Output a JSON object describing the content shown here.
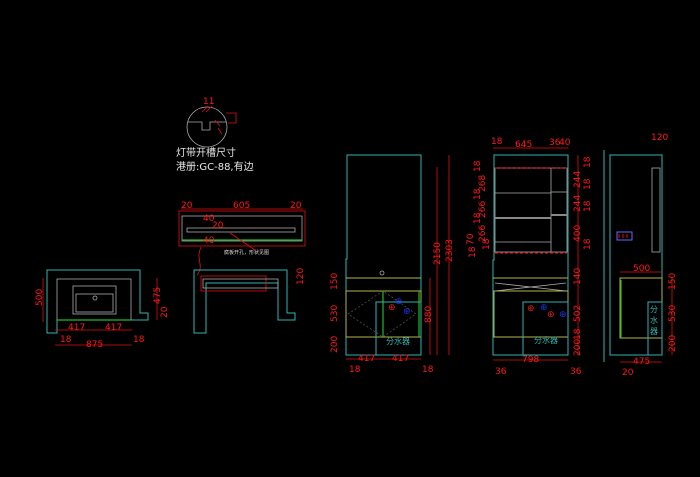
{
  "detail": {
    "dim": "11",
    "title": "灯带开槽尺寸",
    "spec": "港册:GC-88,有边"
  },
  "top_view": {
    "left": "20",
    "width": "605",
    "right": "20",
    "note": "腐板开孔，形状见图",
    "small": [
      "40",
      "20",
      "40"
    ]
  },
  "basin_front": {
    "height": "500",
    "depth": "475",
    "gap": "20",
    "half_a": "417",
    "half_b": "417",
    "edge_l": "18",
    "total": "875",
    "edge_r": "18"
  },
  "basin_side": {
    "dim": "120"
  },
  "elev_a": {
    "h_total": "2303",
    "h_upper": "2150",
    "d1": "150",
    "d2": "530",
    "d3": "200",
    "cab": "880",
    "w1": "417",
    "w2": "417",
    "e1": "18",
    "e2": "18",
    "label": "分水器"
  },
  "elev_b": {
    "top": [
      "18",
      "645",
      "36",
      "40"
    ],
    "left": [
      "18",
      "268",
      "18",
      "266",
      "18",
      "266",
      "18",
      "70",
      "18"
    ],
    "right": [
      "18",
      "244",
      "18",
      "244",
      "18",
      "400",
      "18",
      "140",
      "502",
      "18",
      "200"
    ],
    "width": "798",
    "e1": "36",
    "e2": "36",
    "label": "分水器"
  },
  "elev_c": {
    "top": "120",
    "depth": "500",
    "d1": "150",
    "d2": "530",
    "d3": "200",
    "base": "475",
    "off": "20",
    "label": [
      "分",
      "水",
      "器"
    ]
  },
  "colors": {
    "background": "#000000",
    "dimension": "#ff1a1a",
    "outline": "#2fb3b3"
  }
}
